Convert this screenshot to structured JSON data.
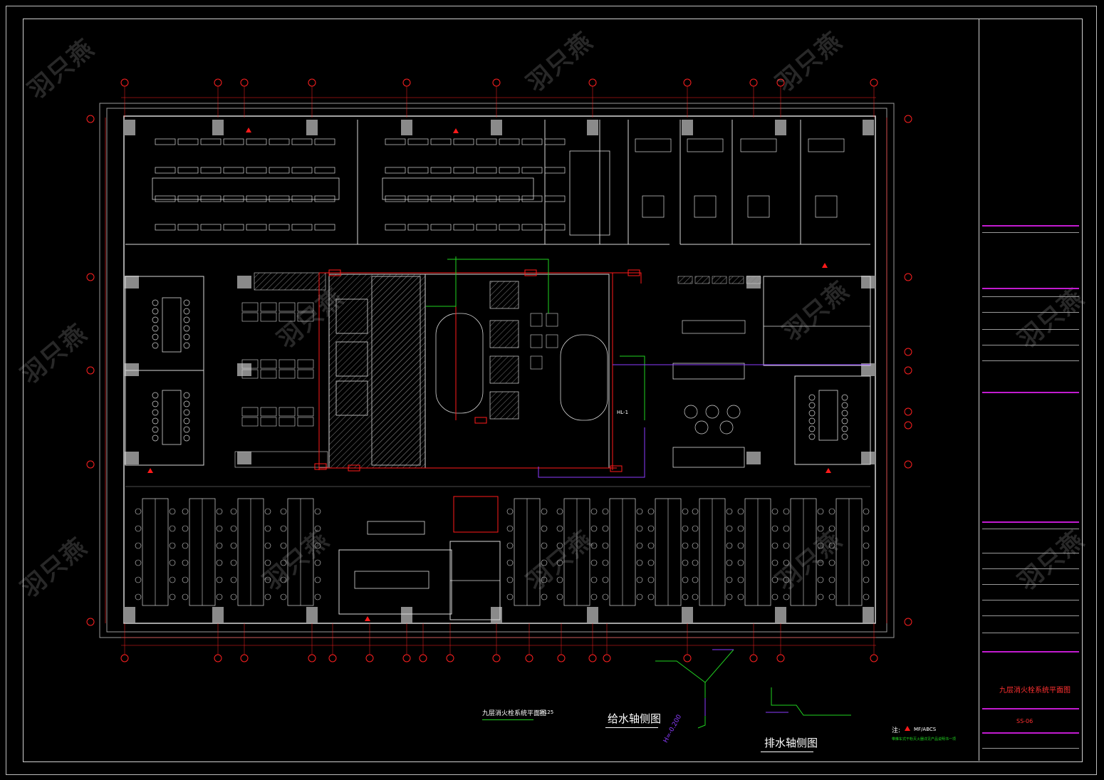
{
  "drawing": {
    "plan_title": "九层消火栓系统平面图",
    "plan_scale": "1:125",
    "water_supply_axis": "给水轴侧图",
    "drainage_axis": "排水轴侧图",
    "elevation_label": "H=-0.200",
    "legend_prefix": "注:",
    "legend_item": "MF/ABCS",
    "legend_note": "带推车式干粉灭火器详见产品说明书一项",
    "riser_label": "HL-1"
  },
  "title_block": {
    "sheet_title": "九层消火栓系统平面图",
    "sheet_number": "SS-06"
  },
  "watermark": "羽只燕",
  "colors": {
    "background": "#000000",
    "frame": "#d0d0d0",
    "axis_red": "#ff2020",
    "pipe_red": "#ff1a1a",
    "pipe_green": "#21d321",
    "pipe_purple": "#8c3cff",
    "accent_magenta": "#c21bd0",
    "hatch": "#7a7a7a"
  }
}
